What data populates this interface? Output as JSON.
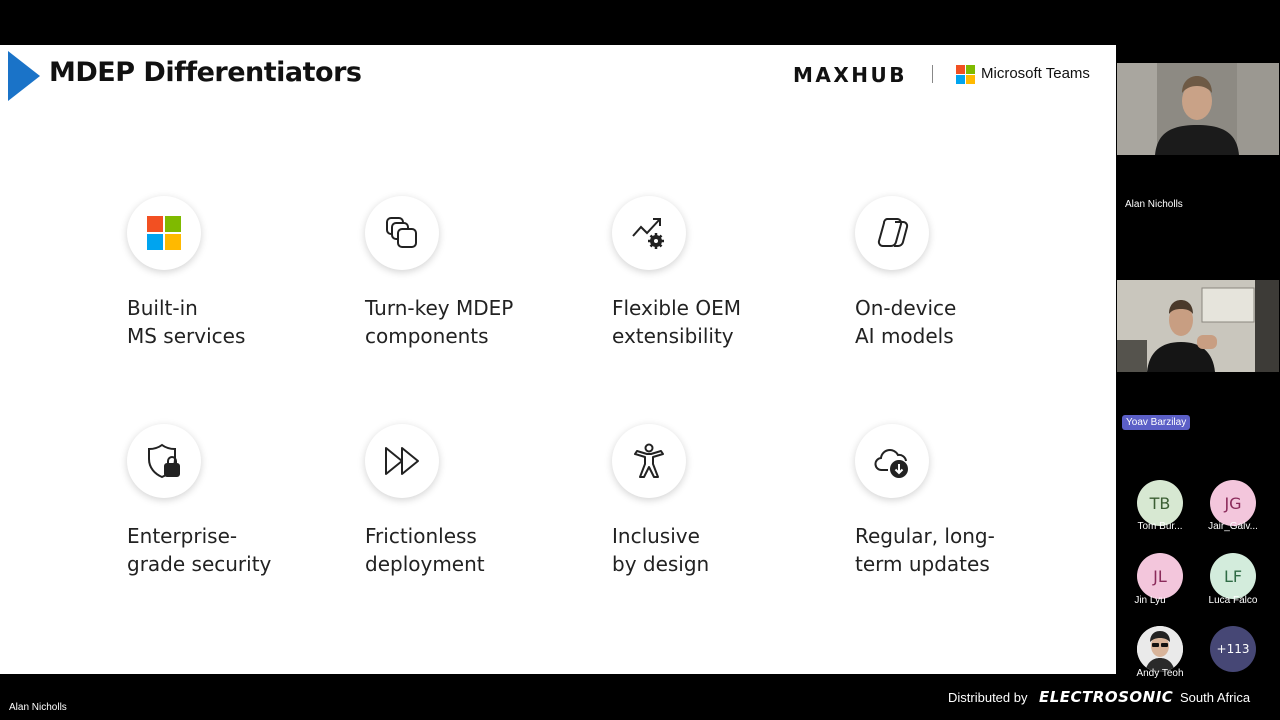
{
  "slide": {
    "title": "MDEP Differentiators",
    "brand_left": "MAXHUB",
    "brand_right": "Microsoft Teams",
    "colors": {
      "accent": "#1a73c8",
      "ms_red": "#f25022",
      "ms_green": "#7fba00",
      "ms_blue": "#00a4ef",
      "ms_yellow": "#ffb900"
    },
    "cards": [
      {
        "icon": "microsoft-logo-icon",
        "line1": "Built-in",
        "line2": "MS services"
      },
      {
        "icon": "stacked-layers-icon",
        "line1": "Turn-key MDEP",
        "line2": "components"
      },
      {
        "icon": "trend-gear-icon",
        "line1": "Flexible OEM",
        "line2": "extensibility"
      },
      {
        "icon": "copilot-icon",
        "line1": "On-device",
        "line2": "AI models"
      },
      {
        "icon": "shield-lock-icon",
        "line1": "Enterprise-",
        "line2": "grade security"
      },
      {
        "icon": "fast-forward-icon",
        "line1": "Frictionless",
        "line2": "deployment"
      },
      {
        "icon": "accessibility-icon",
        "line1": "Inclusive",
        "line2": "by design"
      },
      {
        "icon": "cloud-download-icon",
        "line1": "Regular, long-",
        "line2": "term updates"
      }
    ]
  },
  "participants": {
    "video_tiles": [
      {
        "name": "Alan Nicholls"
      },
      {
        "name": "Yoav Barzilay",
        "speaking": true
      }
    ],
    "avatars": [
      {
        "initials": "TB",
        "name": "Tom Bur...",
        "bg": "#d7e8d2",
        "fg": "#3b5e33"
      },
      {
        "initials": "JG",
        "name": "Jair_Galv...",
        "bg": "#f3c6dc",
        "fg": "#8a2a5a"
      },
      {
        "initials": "JL",
        "name": "Jin Lyu",
        "bg": "#f3c6dc",
        "fg": "#8a2a5a"
      },
      {
        "initials": "LF",
        "name": "Luca Falco",
        "bg": "#d3ecdc",
        "fg": "#2f6b45"
      },
      {
        "initials": "",
        "name": "Andy Teoh",
        "bg": "#e8e8e8",
        "fg": "#333"
      },
      {
        "initials": "+113",
        "name": "",
        "bg": "#464775",
        "fg": "#fff"
      }
    ]
  },
  "footer": {
    "presenter": "Alan Nicholls",
    "distributed_by": "Distributed by",
    "brand": "ELECTROSONIC",
    "region": "South Africa"
  }
}
